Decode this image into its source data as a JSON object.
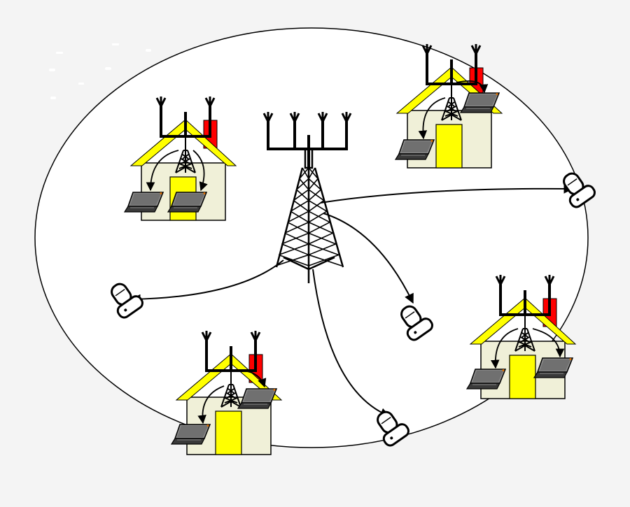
{
  "colors": {
    "background": "#f4f4f4",
    "coverage_area": "#ffffff",
    "roof": "#ffff00",
    "house_wall": "#f0f0d8",
    "door": "#ffff00",
    "chimney": "#ff0000",
    "laptop_screen": "#8a8a8a",
    "stroke": "#000000"
  },
  "elements": {
    "base_station": "cell-tower-icon",
    "houses": 4,
    "mobile_phones": 4,
    "laptops": 8
  }
}
